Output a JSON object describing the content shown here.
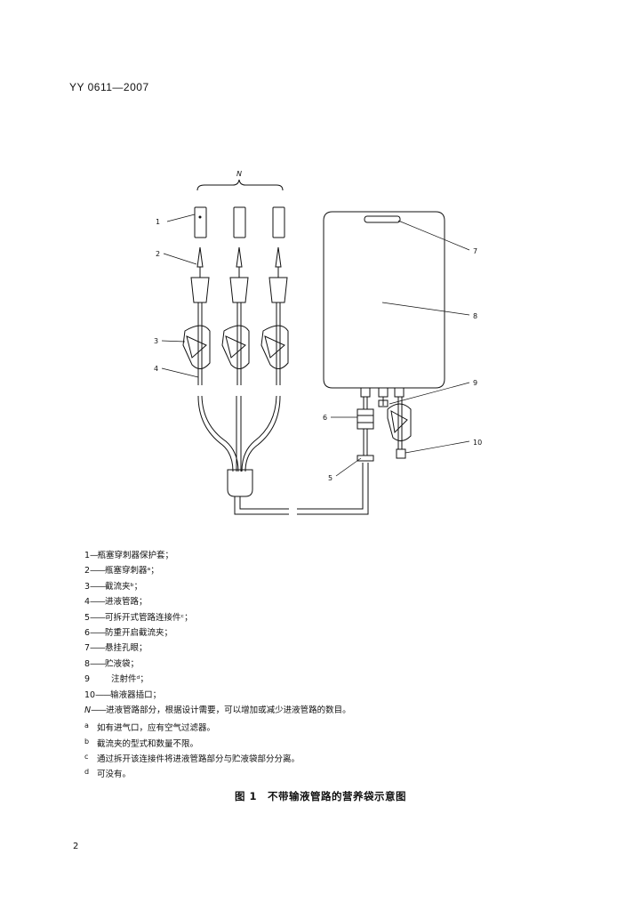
{
  "header": {
    "standard_code": "YY 0611—2007"
  },
  "figure": {
    "n_label": "N",
    "callouts": [
      "1",
      "2",
      "3",
      "4",
      "5",
      "6",
      "7",
      "8",
      "9",
      "10"
    ]
  },
  "legend": {
    "items": [
      {
        "key": "1",
        "sep": "—",
        "text": "瓶塞穿刺器保护套；"
      },
      {
        "key": "2",
        "sep": "——",
        "text": "瓶塞穿刺器ᵃ；"
      },
      {
        "key": "3",
        "sep": "——",
        "text": "截流夹ᵇ；"
      },
      {
        "key": "4",
        "sep": "——",
        "text": "进液管路；"
      },
      {
        "key": "5",
        "sep": "——",
        "text": "可拆开式管路连接件ᶜ；"
      },
      {
        "key": "6",
        "sep": "——",
        "text": "防重开启截流夹；"
      },
      {
        "key": "7",
        "sep": "——",
        "text": "悬挂孔眼；"
      },
      {
        "key": "8",
        "sep": "——",
        "text": "贮液袋；"
      },
      {
        "key": "9",
        "sep": "",
        "text": "注射件ᵈ；"
      },
      {
        "key": "10",
        "sep": "——",
        "text": "输液器插口；"
      },
      {
        "key": "N",
        "sep": "——",
        "text": "进液管路部分，根据设计需要，可以增加或减少进液管路的数目。"
      }
    ],
    "notes": [
      {
        "mark": "a",
        "text": "如有进气口，应有空气过滤器。"
      },
      {
        "mark": "b",
        "text": "截流夹的型式和数量不限。"
      },
      {
        "mark": "c",
        "text": "通过拆开该连接件将进液管路部分与贮液袋部分分离。"
      },
      {
        "mark": "d",
        "text": "可没有。"
      }
    ]
  },
  "caption": {
    "text": "图 1　不带输液管路的营养袋示意图"
  },
  "page_number": "2"
}
